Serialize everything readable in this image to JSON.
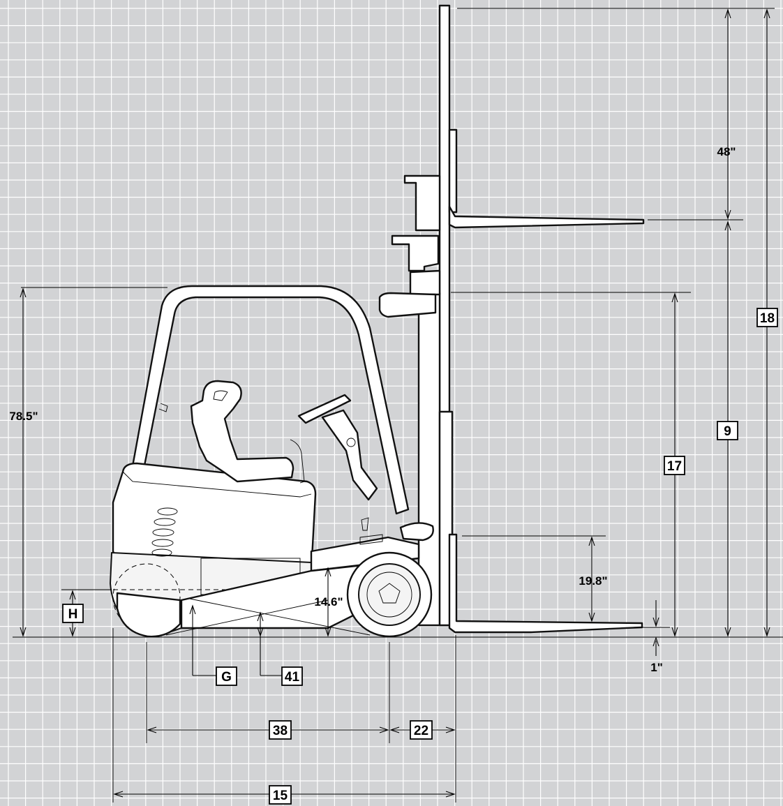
{
  "measurements": {
    "free_lift_height": "48\"",
    "overhead_guard_height": "78.5\"",
    "fork_carriage_height": "19.8\"",
    "frame_clearance": "14.6\"",
    "fork_thickness": "1\""
  },
  "reference_boxes": {
    "max_lift_height": "18",
    "lift_height": "9",
    "mast_lowered_height": "17",
    "counterweight_clearance": "H",
    "ground_clearance_g": "G",
    "ground_clearance_41": "41",
    "wheelbase": "38",
    "load_distance": "22",
    "length_to_fork_face": "15"
  },
  "colors": {
    "background": "#d2d3d5",
    "grid_lines": "#ffffff",
    "drawing": "#000000"
  }
}
